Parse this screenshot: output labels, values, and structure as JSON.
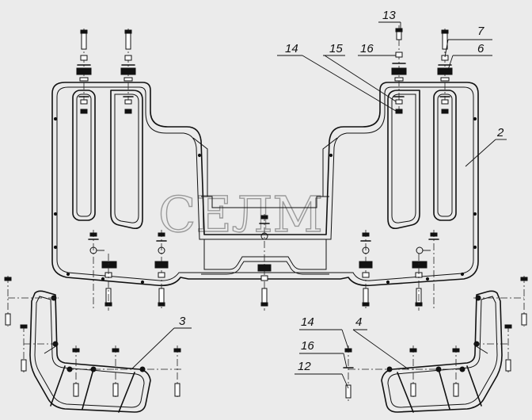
{
  "diagram": {
    "watermark": "СЕЛМ",
    "callouts": [
      {
        "id": "c13",
        "label": "13"
      },
      {
        "id": "c16a",
        "label": "16"
      },
      {
        "id": "c14a",
        "label": "14"
      },
      {
        "id": "c15",
        "label": "15"
      },
      {
        "id": "c7",
        "label": "7"
      },
      {
        "id": "c6",
        "label": "6"
      },
      {
        "id": "c2",
        "label": "2"
      },
      {
        "id": "c3",
        "label": "3"
      },
      {
        "id": "c14b",
        "label": "14"
      },
      {
        "id": "c4",
        "label": "4"
      },
      {
        "id": "c16b",
        "label": "16"
      },
      {
        "id": "c12",
        "label": "12"
      }
    ]
  }
}
